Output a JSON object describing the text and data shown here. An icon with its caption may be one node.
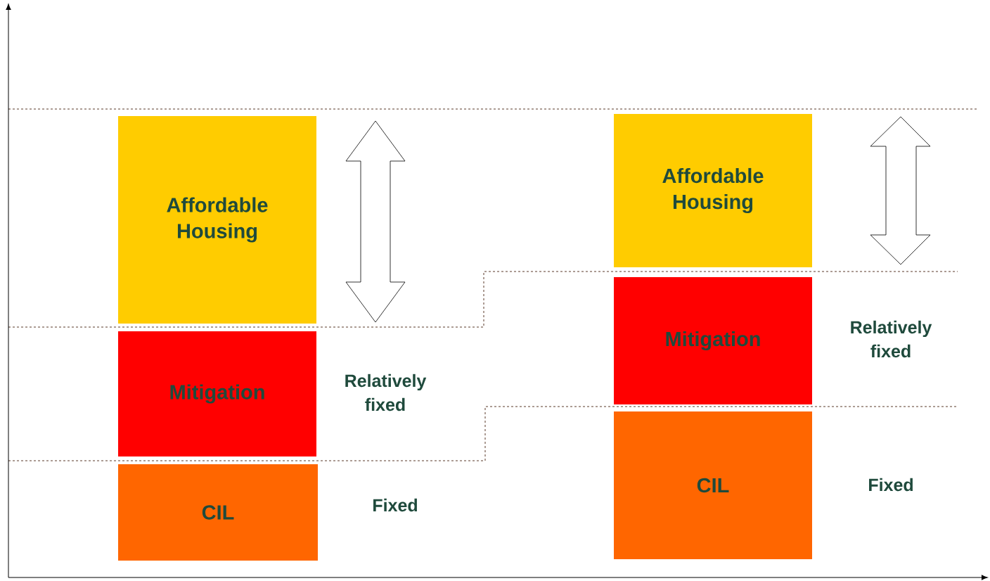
{
  "diagram": {
    "nodes": [
      {
        "text": [
          "Affordable Housing"
        ]
      },
      {
        "text": [
          "Mitigation"
        ]
      },
      {
        "text": [
          "CIL"
        ]
      },
      {
        "text": [
          "Affordable Housing"
        ]
      },
      {
        "text": [
          "Mitigation"
        ]
      },
      {
        "text": [
          "CIL"
        ]
      }
    ],
    "labels": [
      "Relatively fixed",
      "Fixed",
      "Relatively fixed",
      "Fixed"
    ]
  }
}
